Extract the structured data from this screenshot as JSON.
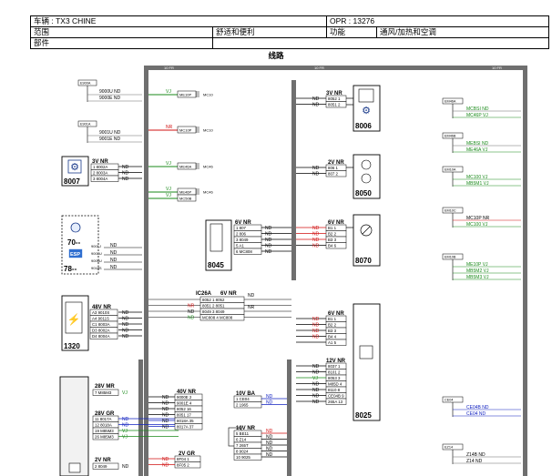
{
  "header": {
    "vehicle": "车辆 : TX3 CHINE",
    "opr": "OPR : 13276",
    "scope_label": "范围",
    "scope_value": "舒适和便利",
    "function_label": "功能",
    "function_value": "通风/加热和空调",
    "part_label": "部件"
  },
  "diagram_title": "线路",
  "colors": {
    "green": "#1a8a1a",
    "blue": "#1020c0",
    "red": "#d01010",
    "gray": "#6f6f6f",
    "black": "#000000"
  },
  "left_tags": [
    {
      "tag": "E900A",
      "lines": [
        "9000U ND",
        "9000E ND"
      ]
    },
    {
      "tag": "E901A",
      "lines": [
        "9001U ND",
        "9001E ND"
      ]
    }
  ],
  "left_bundles": [
    {
      "color": "VJ",
      "conn": "ME10P",
      "dest": "MC10"
    },
    {
      "color": "NR",
      "conn": "MC10P",
      "dest": "MC10"
    },
    {
      "color": "VJ",
      "conn": "ME46A",
      "dest": "MC46"
    },
    {
      "color": "VJ",
      "color2": "VJ",
      "conn": "ME46P",
      "conn2": "MC50B",
      "dest": "MC46"
    }
  ],
  "components": {
    "c8007": {
      "label": "8007",
      "conn": "3V NR",
      "pins": [
        "1 8002A",
        "2 8003A",
        "3 8004A"
      ],
      "wires": [
        "ND",
        "ND",
        "ND"
      ]
    },
    "c70": {
      "label": "70--",
      "label2": "78--",
      "esp": "ESP",
      "pins": [
        "9001J",
        "9001U",
        "9009U",
        "9018S"
      ],
      "wires": [
        "ND",
        "ND",
        "ND",
        "ND"
      ]
    },
    "c1320": {
      "label": "1320",
      "conn": "48V NR",
      "pins": [
        "A3 9010S",
        "A4 9011S",
        "C1 8003A",
        "D3 8002A",
        "D4 8004A"
      ],
      "wires": [
        "ND",
        "ND",
        "ND",
        "ND",
        "ND"
      ]
    },
    "c8006": {
      "label": "8006",
      "conn": "3V NR",
      "pins": [
        "8052 1",
        "8051 2"
      ],
      "wires": [
        "ND",
        "ND"
      ]
    },
    "c8050": {
      "label": "8050",
      "conn": "2V NR",
      "pins": [
        "806 1",
        "807 2"
      ],
      "wires": [
        "ND",
        "ND"
      ]
    },
    "c8045": {
      "label": "8045",
      "conn": "6V NR",
      "pins": [
        "1 807",
        "2 806",
        "3 8049",
        "5 A1",
        "6 MC808"
      ],
      "wires": [
        "ND",
        "ND",
        "ND",
        "ND",
        "ND"
      ]
    },
    "c8070": {
      "label": "8070",
      "conn": "6V NR",
      "pins": [
        "B1 1",
        "B2 2",
        "B3 3",
        "B4 6"
      ],
      "wires": [
        "ND",
        "ND",
        "ND",
        "ND"
      ]
    },
    "c8025": {
      "label": "8025",
      "conn_a": "6V NR",
      "pins_a": [
        "B1 1",
        "B2 2",
        "B3 3",
        "B4 4",
        "A1 5"
      ],
      "wires_a": [
        "ND",
        "ND",
        "ND",
        "ND",
        ""
      ],
      "conn_b": "12V NR",
      "pins_b": [
        "8037 1",
        "8101 2",
        "8053 3",
        "M85D 4",
        "8110 8",
        "CE04B 9",
        "265A 13"
      ],
      "wires_b": [
        "ND",
        "ND",
        "VJ",
        "ND",
        "ND",
        "ND",
        "ND"
      ]
    },
    "ic26": {
      "conn_a": "IC26A",
      "conn_b": "6V NR",
      "rows": [
        "8052 1 8052",
        "8051 2 8051",
        "8049 3 8049",
        "MC808 4 MC808"
      ],
      "wires_l": [
        "",
        "NR",
        "ND",
        "ND"
      ],
      "wires_r": [
        "ND",
        "",
        "NR",
        ""
      ]
    },
    "c28v": {
      "conn": "28V MR",
      "pins": [
        "7 M85M3"
      ],
      "wires": [
        "VJ"
      ],
      "conn2": "28V GR",
      "pins2": [
        "11 8017A",
        "12 8018A",
        "19 M85M3",
        "26 M85M3"
      ],
      "wires2": [
        "ND",
        "ND",
        "VJ",
        "VJ"
      ],
      "conn3": "2V NR",
      "pins3": [
        "2 8049"
      ],
      "wires3": [
        "ND"
      ]
    },
    "c40v": {
      "conn": "40V NR",
      "pins": [
        "9000E 2",
        "9001E 4",
        "8052 16",
        "8051 17",
        "8018A 35",
        "8017A 37"
      ],
      "wires": [
        "ND",
        "ND",
        "ND",
        "ND",
        "ND",
        "ND"
      ],
      "conn2": "2V GR",
      "pins2": [
        "8F04 1",
        "8F05 2"
      ],
      "wires2": [
        "ND",
        "ND"
      ]
    },
    "c10vba": {
      "conn": "10V BA",
      "pins": [
        "1 CE04",
        "2 1965"
      ],
      "wires": [
        "ND",
        "ND"
      ]
    },
    "c10vnr": {
      "conn": "10V NR",
      "pins": [
        "5 BE11",
        "6 Z14",
        "7 265T",
        "8 9024",
        "10 9025"
      ],
      "wires": [
        "ND",
        "ND",
        "ND",
        "ND",
        "ND"
      ]
    }
  },
  "right_tags": [
    {
      "tag": "EM46A",
      "lines": [
        "MCBSI ND",
        "MC46P VJ"
      ]
    },
    {
      "tag": "EM46B",
      "lines": [
        "MEBSI ND",
        "ME46A VJ"
      ]
    },
    {
      "tag": "EM10A",
      "lines": [
        "MC100 VJ",
        "MB5M1 VJ"
      ]
    },
    {
      "tag": "EM10C",
      "lines": [
        "MC10P NR",
        "MC100 VJ"
      ]
    },
    {
      "tag": "EM10B",
      "lines": [
        "ME10P VJ",
        "MB5M2 VJ",
        "MB5M3 VJ"
      ]
    },
    {
      "tag": "CE04",
      "lines": [
        "CE04B ND",
        "CE04 ND"
      ]
    },
    {
      "tag": "EZ14",
      "lines": [
        "Z14B ND",
        "Z14 ND"
      ]
    }
  ],
  "frame_labels": {
    "top_a": "10 FR",
    "top_b": "10 FR",
    "top_c": "10 FR"
  }
}
